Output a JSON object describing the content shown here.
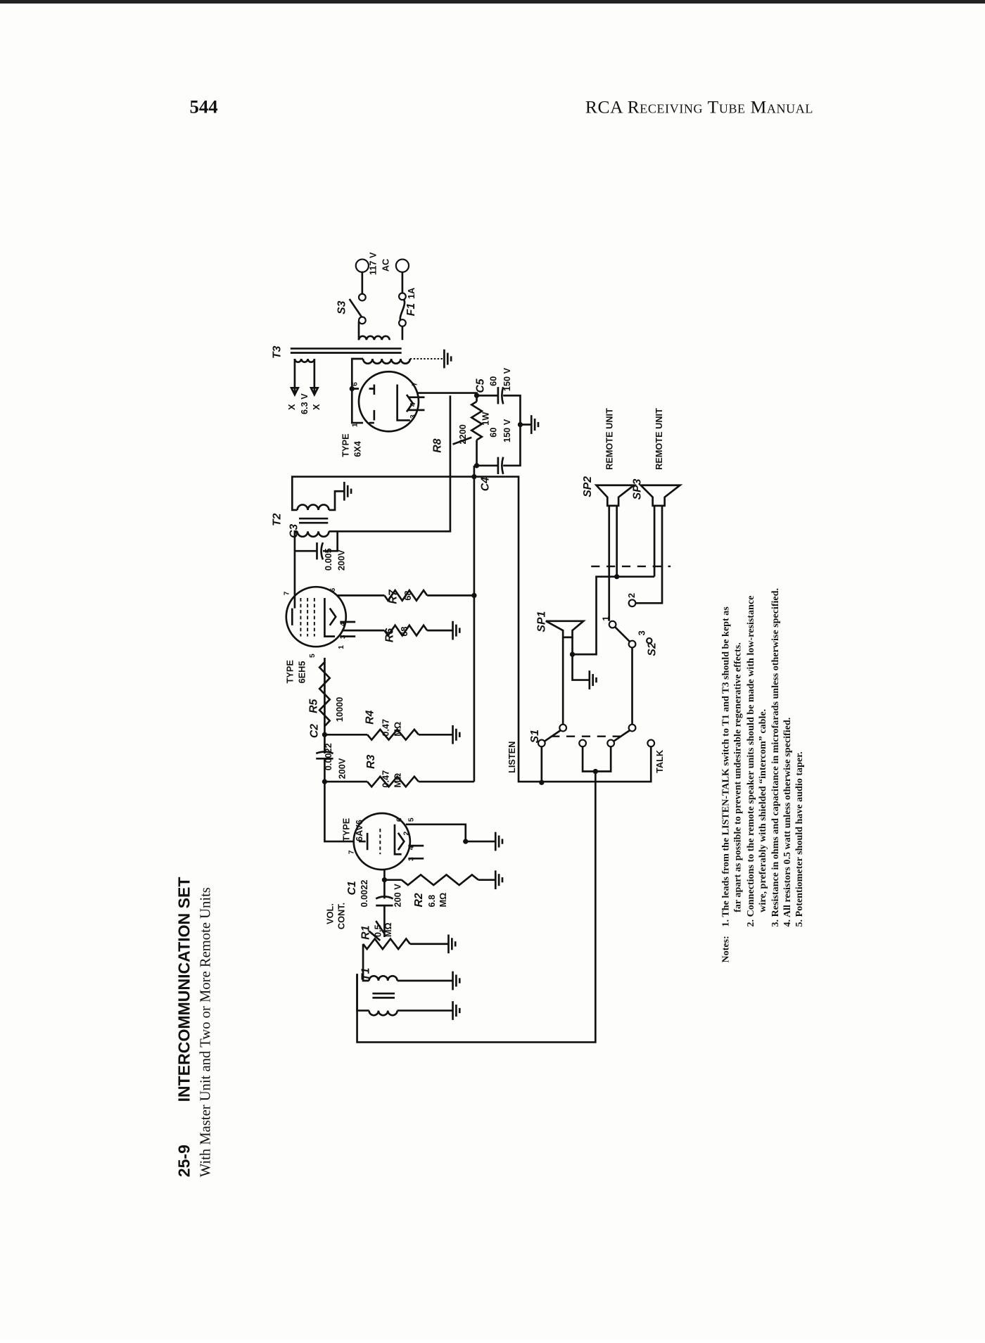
{
  "header": {
    "page_number": "544",
    "running_title": "RCA Receiving Tube Manual"
  },
  "figure": {
    "number": "25-9",
    "title": "INTERCOMMUNICATION SET",
    "subtitle": "With Master Unit and Two or More Remote Units"
  },
  "schematic": {
    "transformers": {
      "t1": "T1",
      "t2": "T2",
      "t3": "T3"
    },
    "tubes": {
      "v1_type": "TYPE",
      "v1_name": "6AV6",
      "v2_type": "TYPE",
      "v2_name": "6EH5",
      "v3_type": "TYPE",
      "v3_name": "6X4"
    },
    "r1": {
      "ref": "R1",
      "value": "0.5",
      "unit": "MΩ",
      "note1": "VOL.",
      "note2": "CONT."
    },
    "r2": {
      "ref": "R2",
      "value": "6.8",
      "unit": "MΩ"
    },
    "r3": {
      "ref": "R3",
      "value": "0.47",
      "unit": "MΩ"
    },
    "r4": {
      "ref": "R4",
      "value": "0.47",
      "unit": "MΩ"
    },
    "r5": {
      "ref": "R5",
      "value": "10000"
    },
    "r6": {
      "ref": "R6",
      "value": "68"
    },
    "r7": {
      "ref": "R7",
      "value": "68"
    },
    "r8": {
      "ref": "R8",
      "value": "2200",
      "rating": "1W"
    },
    "c1": {
      "ref": "C1",
      "value": "0.0022",
      "voltage": "200 V"
    },
    "c2": {
      "ref": "C2",
      "value": "0.0022",
      "voltage": "200V"
    },
    "c3": {
      "ref": "C3",
      "value": "0.005",
      "voltage": "200V"
    },
    "c4": {
      "ref": "C4",
      "value": "60",
      "voltage": "150 V"
    },
    "c5": {
      "ref": "C5",
      "value": "60",
      "voltage": "150 V"
    },
    "s1": "S1",
    "s2": "S2",
    "s3": "S3",
    "f1": {
      "ref": "F1",
      "value": "1A"
    },
    "power": {
      "voltage": "117 V",
      "type": "AC"
    },
    "heater": {
      "marker": "X",
      "voltage": "6.3 V"
    },
    "switch_labels": {
      "listen": "LISTEN",
      "talk": "TALK",
      "s2_pos1": "1",
      "s2_pos2": "2",
      "s2_pos3": "3"
    },
    "speakers": {
      "sp1": "SP1",
      "sp2": "SP2",
      "sp3": "SP3",
      "remote_label": "REMOTE UNIT"
    },
    "pins": {
      "v1": [
        "7",
        "6",
        "5",
        "2",
        "3",
        "4"
      ],
      "v2": [
        "7",
        "6",
        "5",
        "1",
        "3",
        "4"
      ],
      "v3": [
        "6",
        "1",
        "7",
        "3",
        "4"
      ]
    }
  },
  "notes": {
    "heading": "Notes:",
    "items": [
      "1. The leads from the LISTEN-TALK switch to T1 and T3 should be kept as",
      "far apart as possible to prevent undesirable regenerative effects.",
      "2. Connections to the remote speaker units should be made with low-resistance",
      "wire, preferably with shielded “intercom” cable.",
      "3. Resistance in ohms and capacitance in microfarads unless otherwise specified.",
      "4. All resistors 0.5 watt unless otherwise specified.",
      "5. Potentiometer should have audio taper."
    ]
  }
}
